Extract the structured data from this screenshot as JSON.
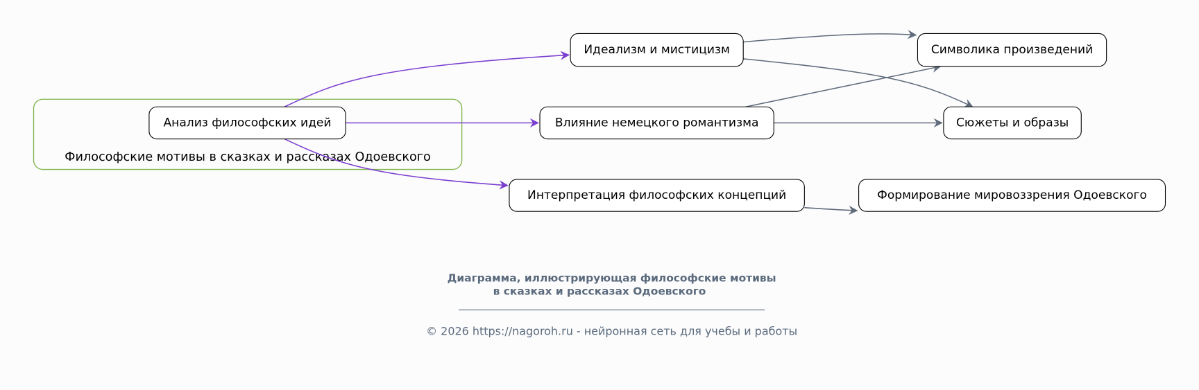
{
  "group": {
    "label": "Философские мотивы в сказках и рассказах Одоевского"
  },
  "nodes": {
    "analysis": "Анализ философских идей",
    "idealism": "Идеализм и мистицизм",
    "romanticism": "Влияние немецкого романтизма",
    "interpretation": "Интерпретация философских концепций",
    "symbolism": "Символика произведений",
    "plots": "Сюжеты и образы",
    "worldview": "Формирование мировоззрения Одоевского"
  },
  "caption": {
    "line1": "Диаграмма, иллюстрирующая философские мотивы",
    "line2": "в сказках и рассказах Одоевского",
    "footer": "© 2026 https://nagoroh.ru - нейронная сеть для учебы и работы"
  },
  "colors": {
    "primary_edge": "#7b3fd0",
    "secondary_edge": "#5f6b7a",
    "group_border": "#7cb342"
  }
}
